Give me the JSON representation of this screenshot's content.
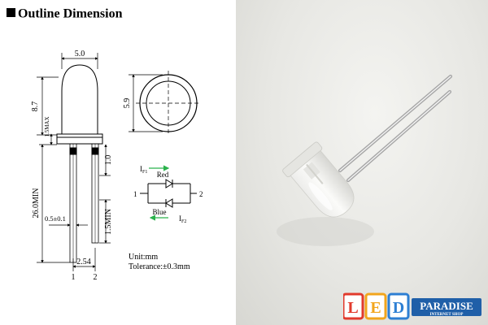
{
  "header": {
    "title": "Outline Dimension"
  },
  "dimensions": {
    "width": "5.0",
    "height": "8.7",
    "flange": "1.5MAX",
    "head_diameter": "5.9",
    "lead_gap": "1.0",
    "lead_length_min": "26.0MIN",
    "lead_width": "0.5±0.1",
    "lead_short_min": "1.5MIN",
    "pitch": "2.54",
    "pin_1": "1",
    "pin_2": "2"
  },
  "schematic": {
    "current_top": "I",
    "current_top_sub": "F1",
    "current_bottom": "I",
    "current_bottom_sub": "F2",
    "label_red": "Red",
    "label_blue": "Blue",
    "pin_1": "1",
    "pin_2": "2",
    "arrow_color": "#2bb24c"
  },
  "notes": {
    "unit": "Unit:mm",
    "tolerance": "Tolerance:±0.3mm"
  },
  "logo": {
    "letters": [
      "L",
      "E",
      "D"
    ],
    "letter_colors": [
      "#e23a2c",
      "#f2a51c",
      "#2d7fd3"
    ],
    "brand": "PARADISE",
    "tagline": "INTERNET SHOP"
  }
}
